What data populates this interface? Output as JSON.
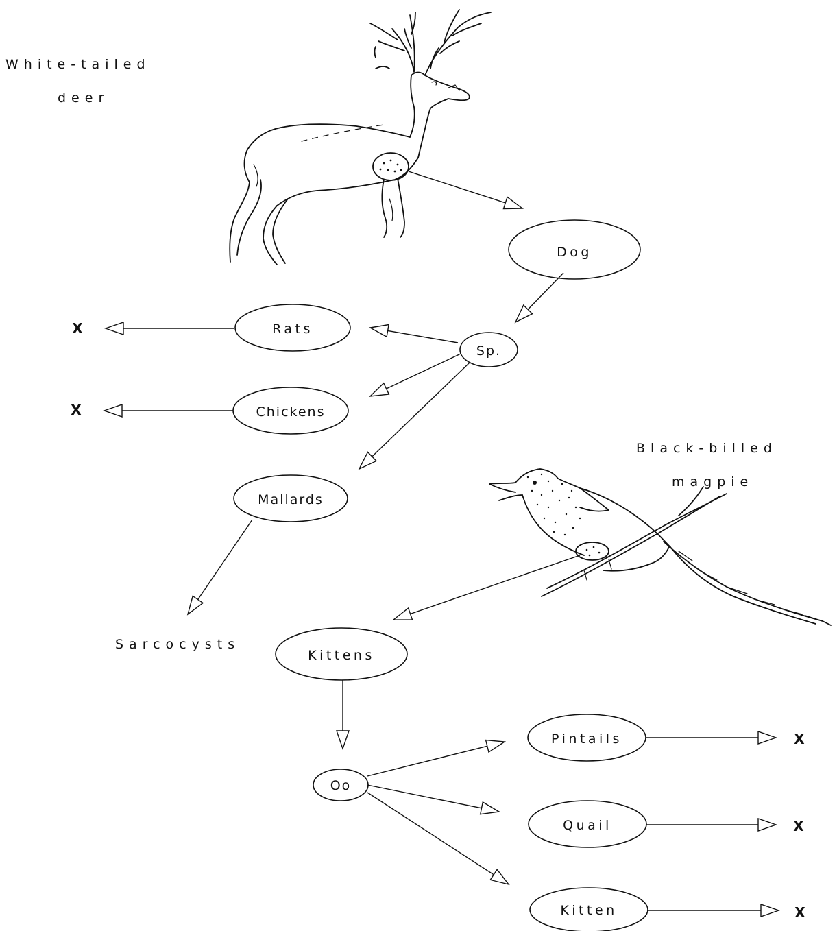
{
  "labels": {
    "deer_line1": "White-tailed",
    "deer_line2": "deer",
    "magpie_line1": "Black-billed",
    "magpie_line2": "magpie",
    "sarcocysts": "Sarcocysts"
  },
  "nodes": {
    "dog": "Dog",
    "sp": "Sp.",
    "rats": "Rats",
    "chickens": "Chickens",
    "mallards": "Mallards",
    "kittens": "Kittens",
    "oo": "Oo",
    "pintails": "Pintails",
    "quail": "Quail",
    "kitten": "Kitten"
  },
  "dead_end_marks": {
    "rats": "X",
    "chickens": "X",
    "pintails": "X",
    "quail": "X",
    "kitten": "X"
  },
  "icons": [
    "deer-illustration",
    "magpie-illustration"
  ]
}
